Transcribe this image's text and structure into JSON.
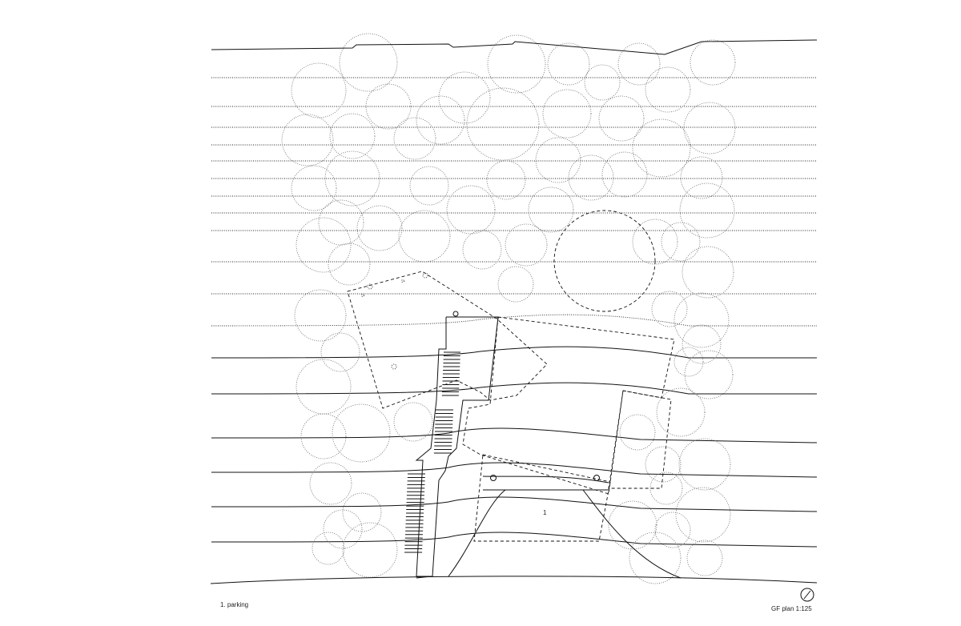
{
  "plan": {
    "space_number": "1",
    "legend_text": "1. parking",
    "title_text": "GF plan  1:125",
    "north_arrow_icon": "north-arrow-icon"
  }
}
